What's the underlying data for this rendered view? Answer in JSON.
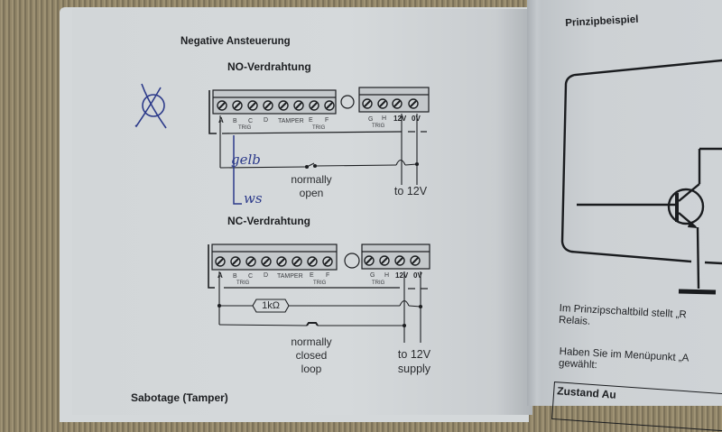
{
  "left_page": {
    "section_title": "Negative Ansteuerung",
    "handwritten_mark": "crossed-circle",
    "no_wiring": {
      "title": "NO-Verdrahtung",
      "terminal_labels": [
        "A",
        "B",
        "C",
        "D",
        "TAMPER",
        "E",
        "F"
      ],
      "trig_label_left": "TRIG",
      "trig_label_right": "TRIG",
      "right_terminal_labels": [
        "G",
        "H",
        "12V",
        "0V"
      ],
      "trig_label_gh": "TRIG",
      "switch_label_line1": "normally",
      "switch_label_line2": "open",
      "supply_label": "to 12V",
      "handwritten_gelb": "gelb",
      "handwritten_ws": "ws"
    },
    "nc_wiring": {
      "title": "NC-Verdrahtung",
      "terminal_labels": [
        "A",
        "B",
        "C",
        "D",
        "TAMPER",
        "E",
        "F"
      ],
      "trig_label_left": "TRIG",
      "trig_label_right": "TRIG",
      "right_terminal_labels": [
        "G",
        "H",
        "12V",
        "0V"
      ],
      "trig_label_gh": "TRIG",
      "resistor_label": "1kΩ",
      "loop_label_line1": "normally",
      "loop_label_line2": "closed",
      "loop_label_line3": "loop",
      "supply_label_line1": "to 12V",
      "supply_label_line2": "supply"
    },
    "next_section_title": "Sabotage (Tamper)"
  },
  "right_page": {
    "title": "Prinzipbeispiel",
    "para1_line1": "Im Prinzipschaltbild stellt „R",
    "para1_line2": "Relais.",
    "para2_line1": "Haben Sie im Menüpunkt „A",
    "para2_line2": "gewählt:",
    "table_header": "Zustand Au"
  },
  "colors": {
    "ink": "#1d1f22",
    "handwriting": "#2c3a8a",
    "paper": "#d4d8da"
  }
}
